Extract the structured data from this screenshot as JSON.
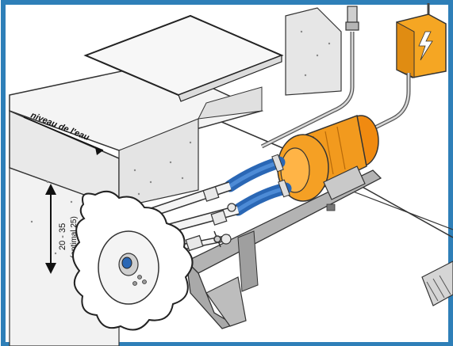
{
  "labels": {
    "water_level": "niveau de l'eau",
    "depth_range": "20 - 35",
    "depth_optimal": "(optimal 25)"
  },
  "colors": {
    "frame_border": "#2e7fb8",
    "pump_orange": "#f29a1e",
    "hose_blue": "#2a67b5",
    "bracket_grey": "#a9a9a9",
    "pool_wall": "#e9e9e9",
    "junction_box": "#f5a623"
  },
  "icons": {
    "junction_box_symbol": "lightning-bolt-icon"
  }
}
